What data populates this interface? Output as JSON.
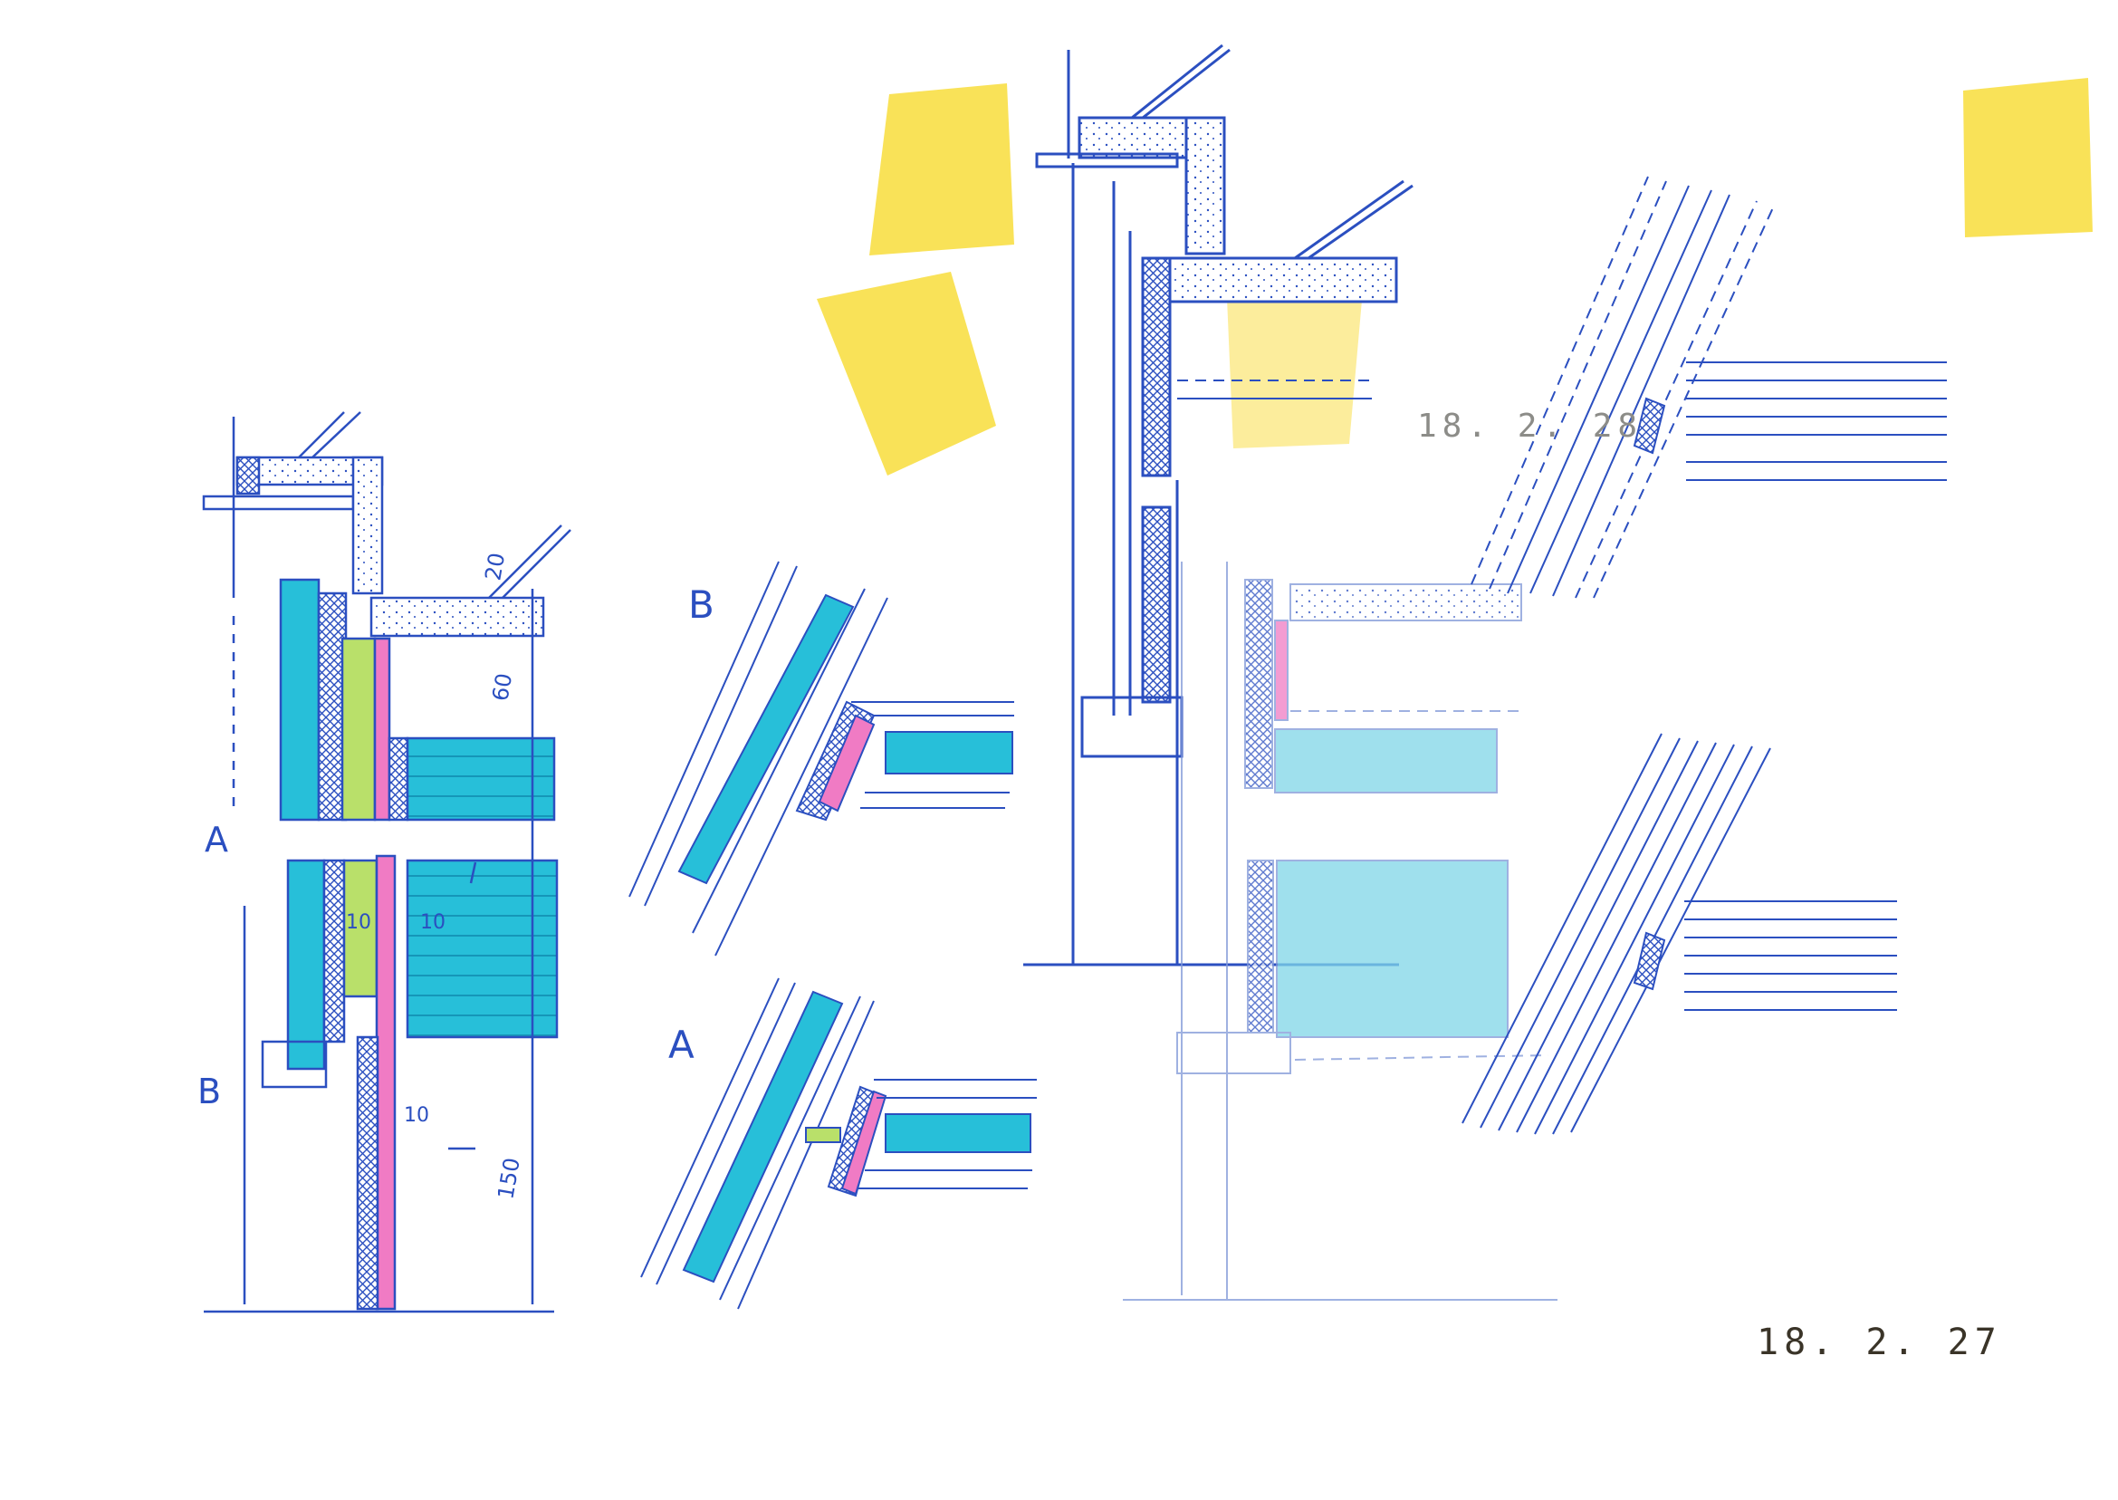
{
  "drawing": {
    "colors": {
      "ink": "#2b4fc0",
      "cyan_marker": "#21b6d6",
      "green_marker": "#b9e06a",
      "pink_marker": "#f07bc4",
      "tape_yellow": "#f9df4a"
    },
    "labels": {
      "section_a": "A",
      "section_b": "B",
      "detail_b": "B",
      "detail_a": "A"
    },
    "dimensions": {
      "d20": "20",
      "d60": "60",
      "d10_left": "10",
      "d10_right": "10",
      "d10_lower": "10",
      "d150": "150"
    },
    "stamps": {
      "date_main": "18. 2. 27",
      "date_faded": "18. 2. 28"
    }
  }
}
